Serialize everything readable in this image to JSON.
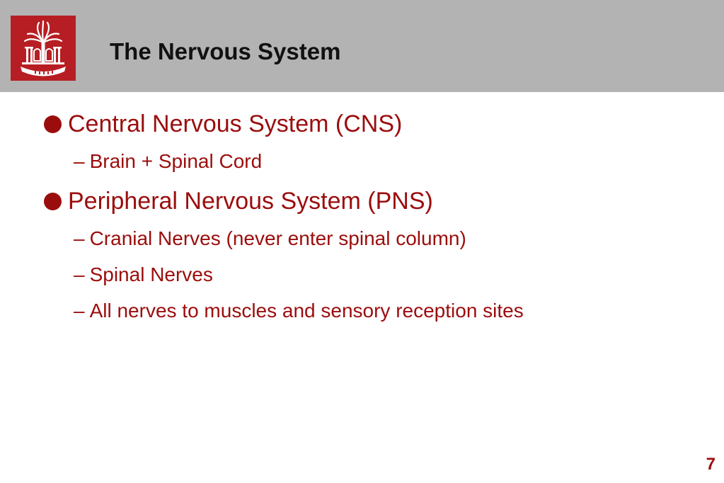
{
  "slide": {
    "title": "The Nervous System",
    "page_number": "7",
    "bullets": [
      {
        "text": "Central Nervous System (CNS)",
        "sub": [
          "Brain + Spinal Cord"
        ]
      },
      {
        "text": "Peripheral Nervous System (PNS)",
        "sub": [
          "Cranial Nerves (never enter spinal column)",
          "Spinal Nerves",
          "All nerves to muscles and sensory reception sites"
        ]
      }
    ],
    "dash_glyph": "–"
  },
  "logo": {
    "icon": "university-seal-palmetto-icon",
    "background_color": "#b71e23",
    "foreground_color": "#ffffff"
  },
  "colors": {
    "header_bg": "#b3b3b3",
    "title_text": "#111111",
    "body_text": "#9b0d0d"
  }
}
